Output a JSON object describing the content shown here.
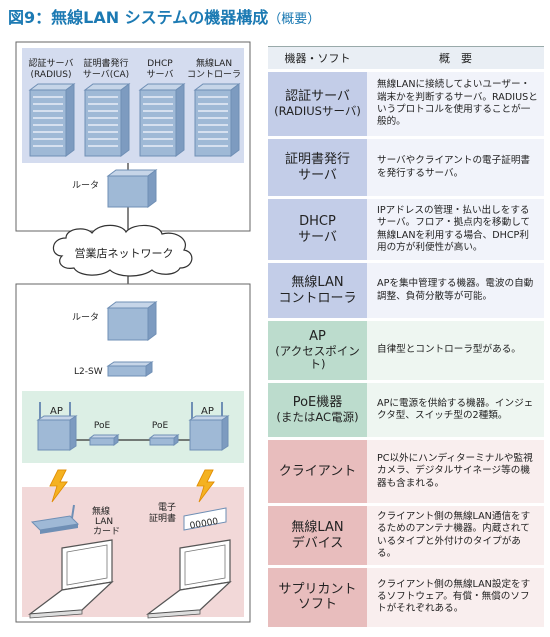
{
  "figure": {
    "title": "図9：無線LAN システムの機器構成",
    "title_sub": "（概要）"
  },
  "diagram": {
    "servers": [
      {
        "line1": "認証サーバ",
        "line2": "(RADIUS)"
      },
      {
        "line1": "証明書発行",
        "line2": "サーバ(CA)"
      },
      {
        "line1": "DHCP",
        "line2": "サーバ"
      },
      {
        "line1": "無線LAN",
        "line2": "コントローラ"
      }
    ],
    "router_top": "ルータ",
    "network": "営業店ネットワーク",
    "router_bottom": "ルータ",
    "l2sw": "L2-SW",
    "ap_left": "AP",
    "ap_right": "AP",
    "poe_left": "PoE",
    "poe_right": "PoE",
    "lan_card": [
      "無線",
      "LAN",
      "カード"
    ],
    "certificate": [
      "電子",
      "証明書"
    ],
    "cert_digits": "00000"
  },
  "table": {
    "header": {
      "device": "機器・ソフト",
      "summary": "概　要"
    },
    "rows": [
      {
        "color": "b",
        "device": [
          "認証サーバ",
          "(RADIUSサーバ)"
        ],
        "desc": "無線LANに接続してよいユーザー・端末かを判断するサーバ。RADIUSというプロトコルを使用することが一般的。"
      },
      {
        "color": "b",
        "device": [
          "証明書発行",
          "サーバ"
        ],
        "desc": "サーバやクライアントの電子証明書を発行するサーバ。"
      },
      {
        "color": "b",
        "device": [
          "DHCP",
          "サーバ"
        ],
        "desc": "IPアドレスの管理・払い出しをするサーバ。フロア・拠点内を移動して無線LANを利用する場合、DHCP利用の方が利便性が高い。"
      },
      {
        "color": "b",
        "device": [
          "無線LAN",
          "コントローラ"
        ],
        "desc": "APを集中管理する機器。電波の自動調整、負荷分散等が可能。"
      },
      {
        "color": "g",
        "device": [
          "AP",
          "(アクセスポイント)"
        ],
        "desc": "自律型とコントローラ型がある。"
      },
      {
        "color": "g",
        "device": [
          "PoE機器",
          "(またはAC電源)"
        ],
        "desc": "APに電源を供給する機器。インジェクタ型、スイッチ型の2種類。"
      },
      {
        "color": "r",
        "device": [
          "クライアント",
          ""
        ],
        "desc": "PC以外にハンディターミナルや監視カメラ、デジタルサイネージ等の機器も含まれる。"
      },
      {
        "color": "r",
        "device": [
          "無線LAN",
          "デバイス"
        ],
        "desc": "クライアント側の無線LAN通信をするためのアンテナ機器。内蔵されているタイプと外付けのタイプがある。"
      },
      {
        "color": "r",
        "device": [
          "サプリカント",
          "ソフト"
        ],
        "desc": "クライアント側の無線LAN設定をするソフトウェア。有償・無償のソフトがそれぞれある。"
      }
    ]
  },
  "colors": {
    "title": "#1c7ab3",
    "blue_zone": "#d4dcef",
    "green_zone": "#dcefe5",
    "red_zone": "#f2d8d8",
    "line": "#333333",
    "device": "#9fb9d6",
    "device_dark": "#6f8fb5"
  }
}
